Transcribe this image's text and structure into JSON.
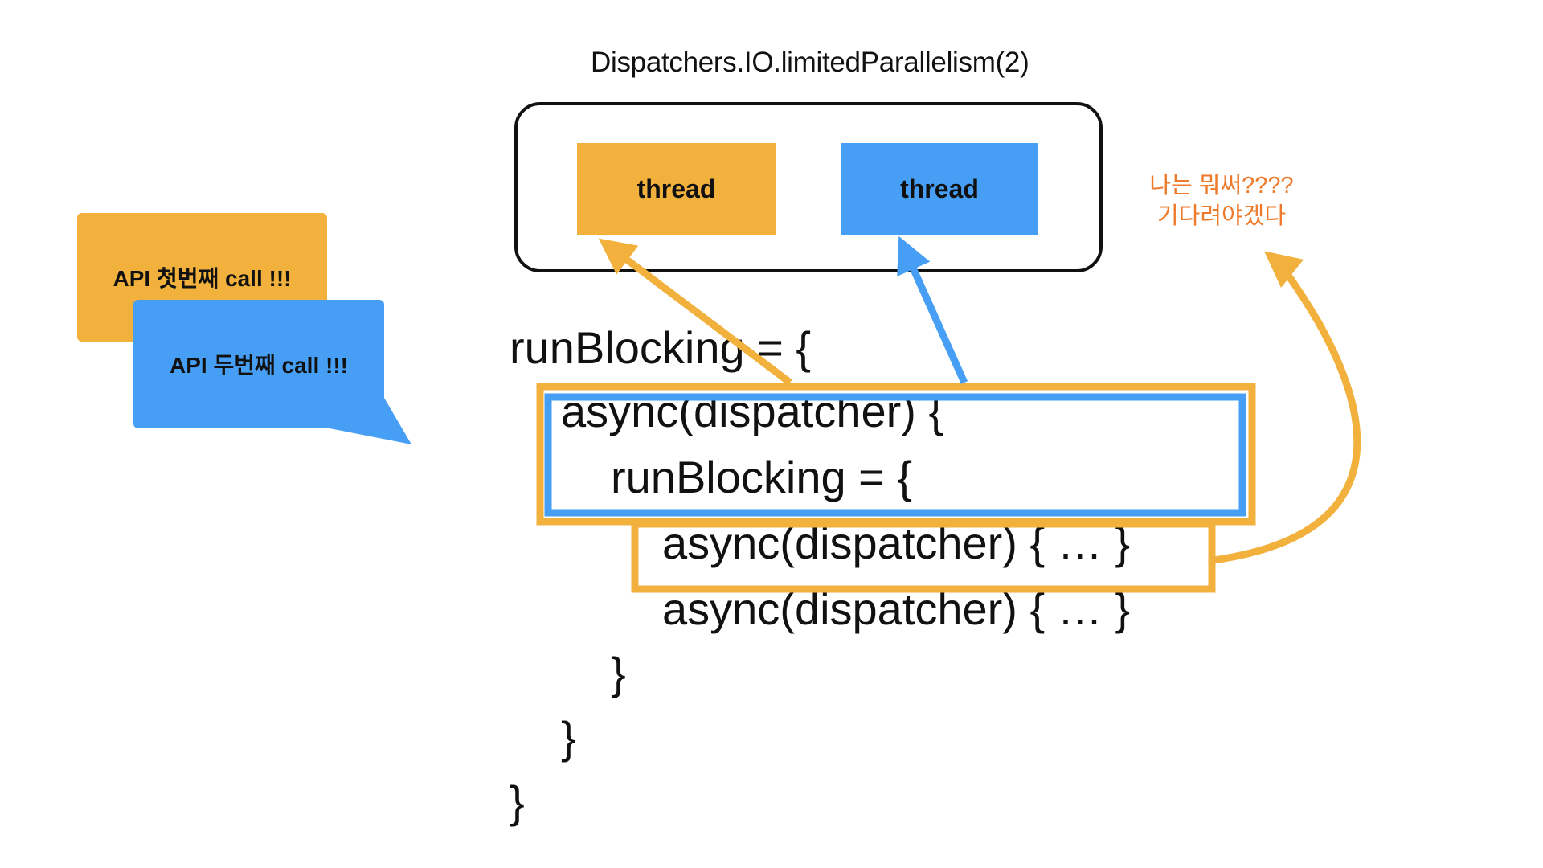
{
  "diagram": {
    "title": "Dispatchers.IO.limitedParallelism(2)",
    "threads": [
      {
        "label": "thread",
        "color": "#f2b13c"
      },
      {
        "label": "thread",
        "color": "#469ff4"
      }
    ],
    "waiting_note": {
      "line1": "나는 뭐써????",
      "line2": "기다려야겠다",
      "color": "#ee7a2c"
    },
    "bubbles": {
      "first": {
        "text": "API 첫번째 call !!!",
        "color": "#f2b13c"
      },
      "second": {
        "text": "API 두번째 call !!!",
        "color": "#469ff4"
      }
    },
    "code_lines": [
      "runBlocking = {",
      "async(dispatcher) {",
      "runBlocking = {",
      "async(dispatcher) { … }",
      "async(dispatcher) { … }",
      "}",
      "}",
      "}"
    ],
    "colors": {
      "orange": "#f2b13c",
      "blue": "#469ff4",
      "outline": "#111111"
    }
  }
}
